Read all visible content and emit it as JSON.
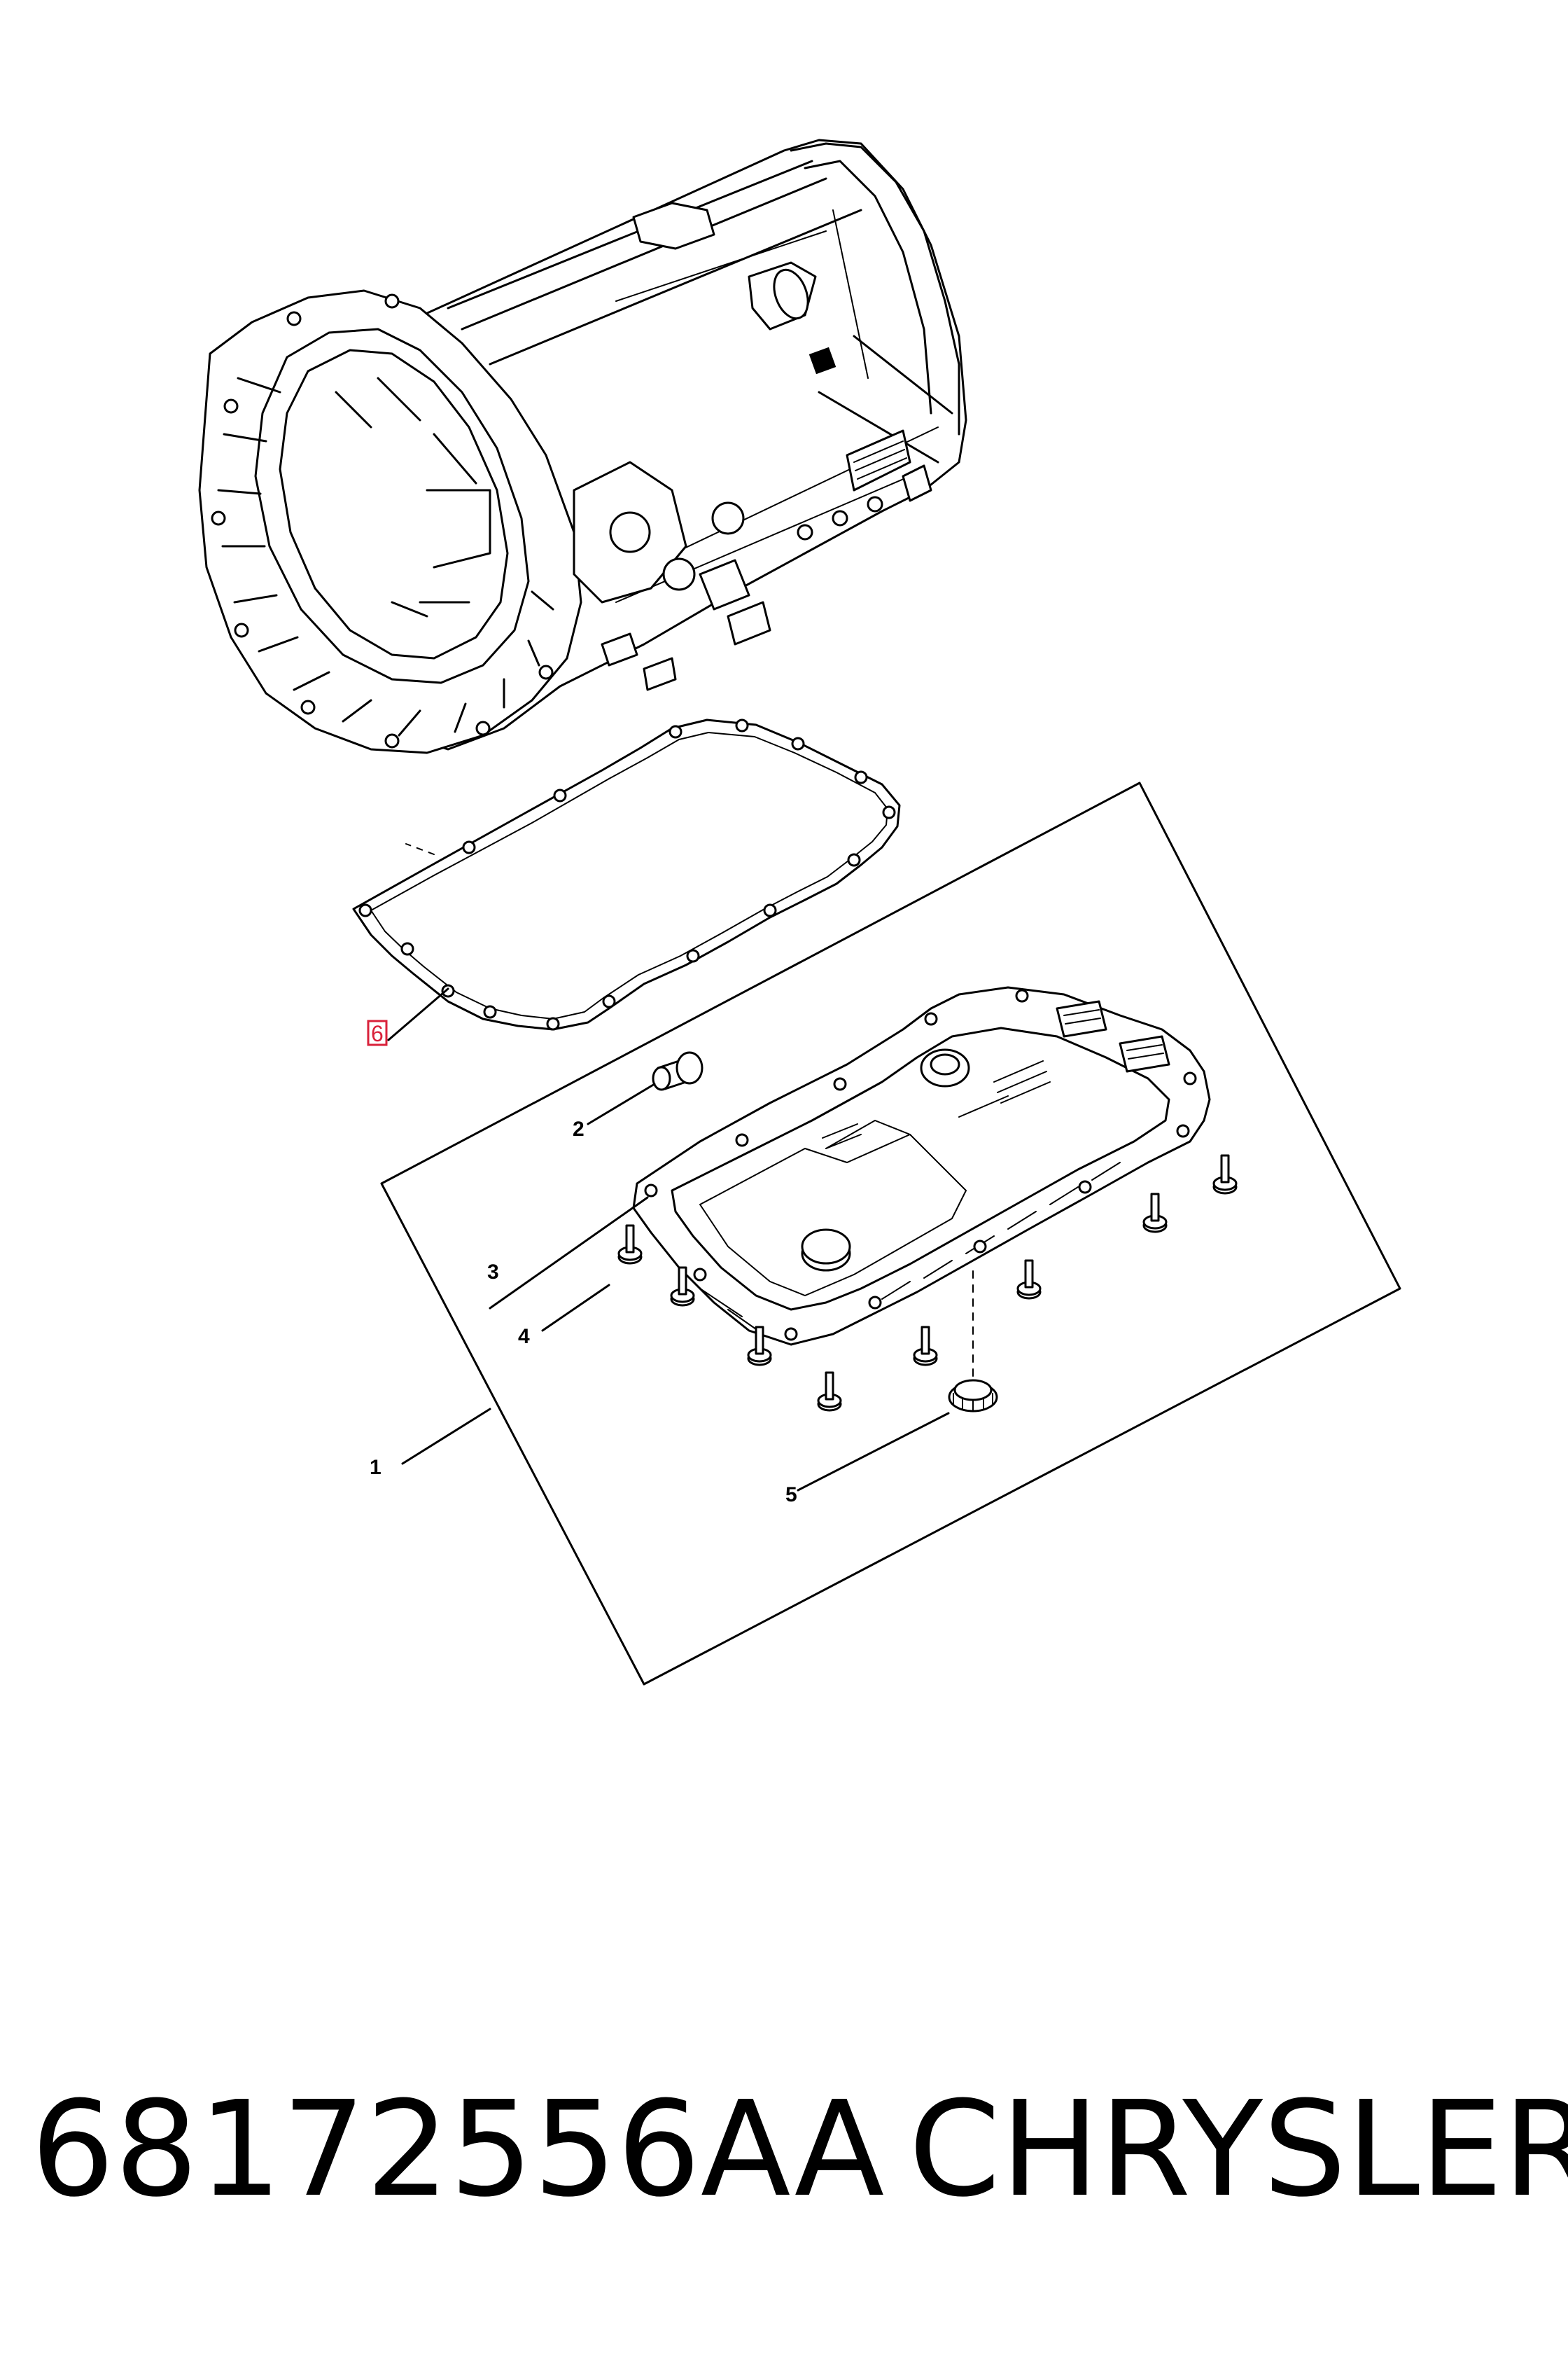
{
  "callouts": [
    {
      "id": "1",
      "label": "1"
    },
    {
      "id": "2",
      "label": "2"
    },
    {
      "id": "3",
      "label": "3"
    },
    {
      "id": "4",
      "label": "4"
    },
    {
      "id": "5",
      "label": "5"
    },
    {
      "id": "6",
      "label": "6",
      "highlighted": true
    }
  ],
  "highlight_color": "#d9213a",
  "caption": {
    "part_number": "68172556AA",
    "brand": "CHRYSLER"
  }
}
